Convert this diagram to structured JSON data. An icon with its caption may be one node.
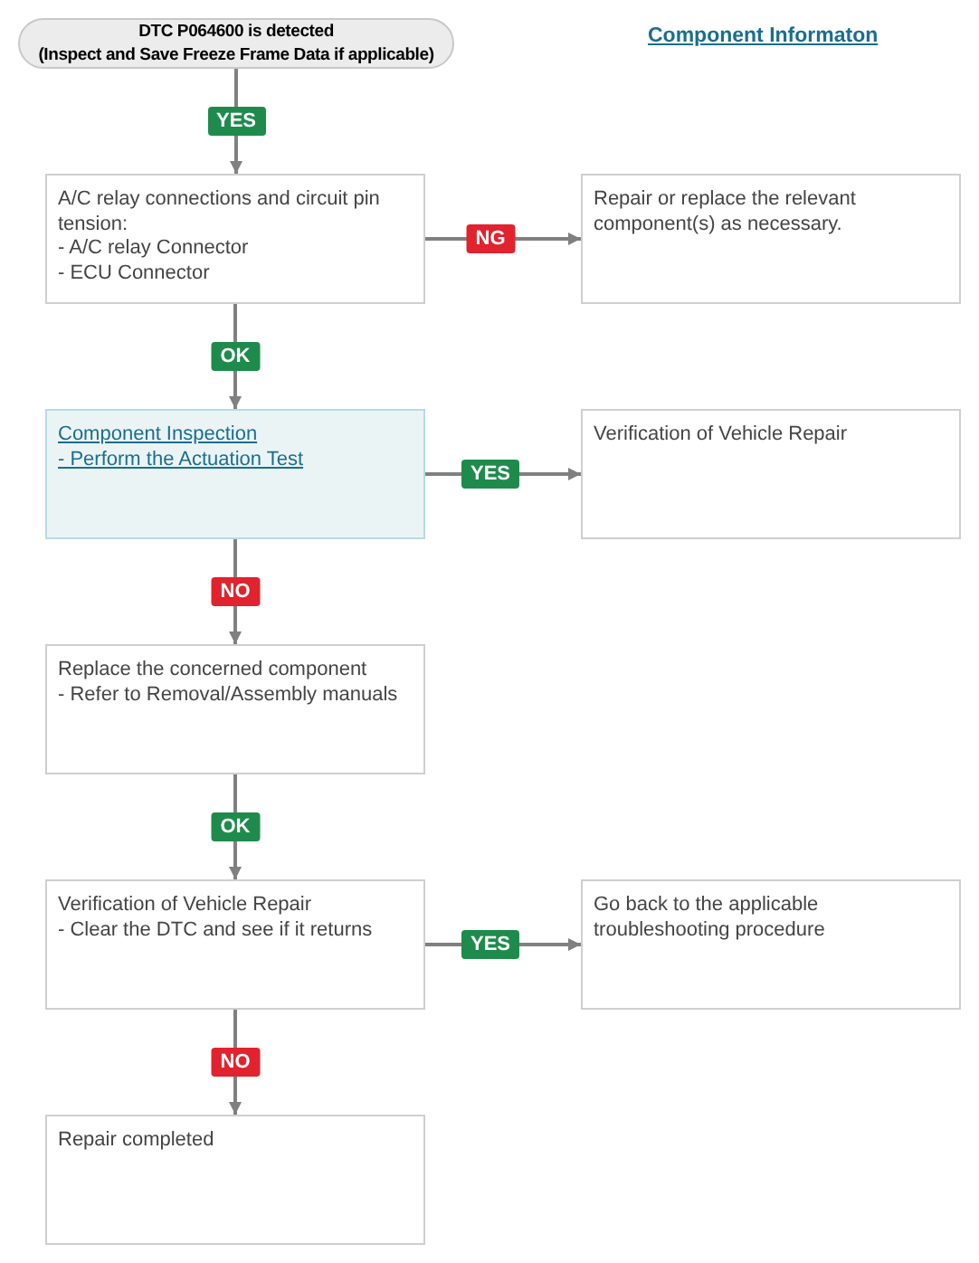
{
  "diagram": {
    "nodes": [
      {
        "text": [
          "DTC P064600 is detected",
          "(Inspect and Save Freeze Frame Data if applicable)"
        ]
      },
      {
        "text": [
          "A/C relay connections and circuit pin tension:",
          "- A/C relay Connector",
          "- ECU Connector"
        ]
      },
      {
        "text": [
          "Repair or replace the relevant component(s) as necessary."
        ]
      },
      {
        "text": [
          "Component Inspection",
          "- Perform the Actuation Test"
        ]
      },
      {
        "text": [
          "Verification of Vehicle Repair"
        ]
      },
      {
        "text": [
          "Replace the concerned component",
          "- Refer to Removal/Assembly manuals"
        ]
      },
      {
        "text": [
          "Verification of Vehicle Repair",
          "- Clear the DTC and see if it returns"
        ]
      },
      {
        "text": [
          "Go back to the applicable troubleshooting procedure"
        ]
      },
      {
        "text": [
          "Repair completed"
        ]
      }
    ],
    "edges": [
      {
        "from": 0,
        "to": 1,
        "arrow": "to",
        "label": "YES"
      },
      {
        "from": 1,
        "to": 2,
        "arrow": "to",
        "label": "NG"
      },
      {
        "from": 1,
        "to": 3,
        "arrow": "to",
        "label": "OK"
      },
      {
        "from": 3,
        "to": 4,
        "arrow": "to",
        "label": "YES"
      },
      {
        "from": 3,
        "to": 5,
        "arrow": "to",
        "label": "NO"
      },
      {
        "from": 5,
        "to": 6,
        "arrow": "to",
        "label": "OK"
      },
      {
        "from": 6,
        "to": 7,
        "arrow": "to",
        "label": "YES"
      },
      {
        "from": 6,
        "to": 8,
        "arrow": "to",
        "label": "NO"
      }
    ],
    "labels": [
      "Component Informaton"
    ]
  }
}
